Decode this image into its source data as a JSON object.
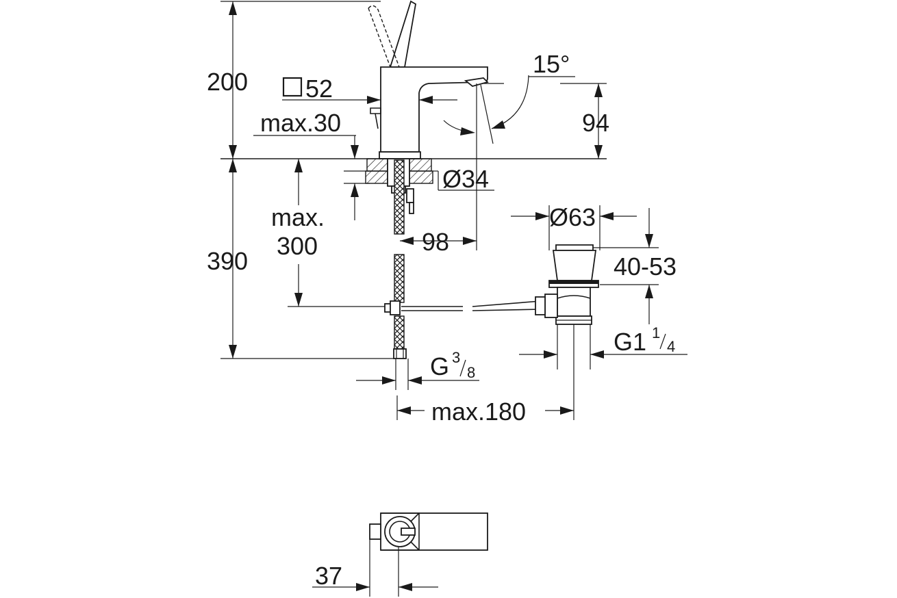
{
  "dimensions": {
    "height_upper": "200",
    "base_square": "52",
    "max_thickness": "max.30",
    "angle": "15°",
    "spout_height": "94",
    "hole_diameter": "Ø34",
    "max_depth_line1": "max.",
    "max_depth_line2": "300",
    "height_lower": "390",
    "spout_reach": "98",
    "waste_diameter": "Ø63",
    "waste_range": "40-53",
    "waste_thread_main": "G1",
    "waste_thread_num": "1",
    "waste_thread_den": "4",
    "supply_thread_main": "G",
    "supply_thread_num": "3",
    "supply_thread_den": "8",
    "max_distance": "max.180",
    "handle_offset": "37"
  },
  "icons": {
    "square_symbol": "square-icon"
  }
}
